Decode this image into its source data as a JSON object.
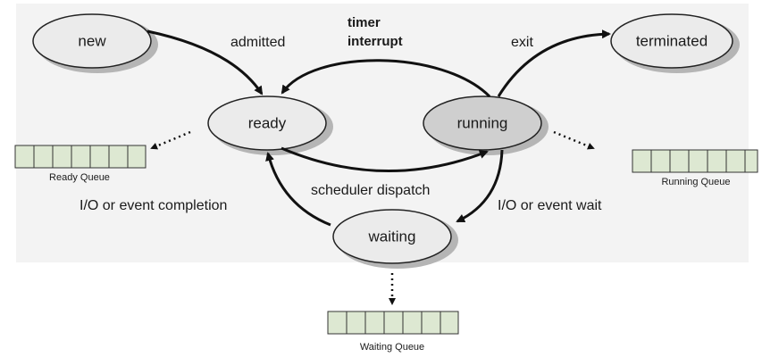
{
  "states": {
    "new": "new",
    "ready": "ready",
    "running": "running",
    "waiting": "waiting",
    "terminated": "terminated"
  },
  "transitions": {
    "admitted": "admitted",
    "timer_interrupt_line1": "timer",
    "timer_interrupt_line2": "interrupt",
    "exit": "exit",
    "scheduler_dispatch": "scheduler dispatch",
    "io_event_completion": "I/O or event completion",
    "io_event_wait": "I/O or event wait"
  },
  "queues": {
    "ready": "Ready Queue",
    "running": "Running Queue",
    "waiting": "Waiting Queue"
  },
  "colors": {
    "state_fill": "#ebebeb",
    "running_fill": "#cfcfcf",
    "shadow": "#b5b5b5",
    "queue_fill": "#dde8d2"
  }
}
